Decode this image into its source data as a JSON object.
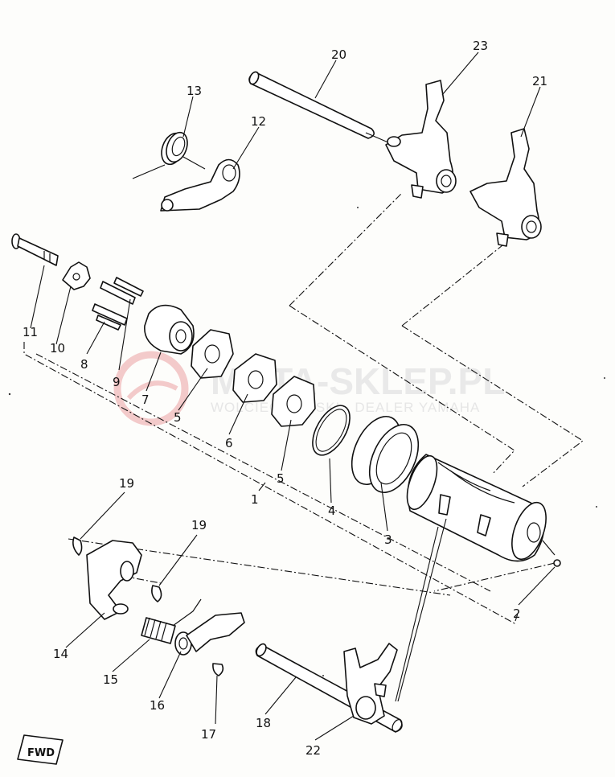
{
  "diagram": {
    "part_numbers": [
      "20",
      "23",
      "21",
      "13",
      "12",
      "11",
      "10",
      "8",
      "9",
      "7",
      "5",
      "6",
      "5",
      "4",
      "1",
      "3",
      "2",
      "19",
      "19",
      "14",
      "15",
      "16",
      "17",
      "18",
      "22"
    ],
    "watermark": {
      "line1": "MOTA-SKLEP.PL",
      "line2": "WOLCIECHOWSKI · DEALER YAMAHA"
    },
    "direction_marker": "FWD"
  }
}
